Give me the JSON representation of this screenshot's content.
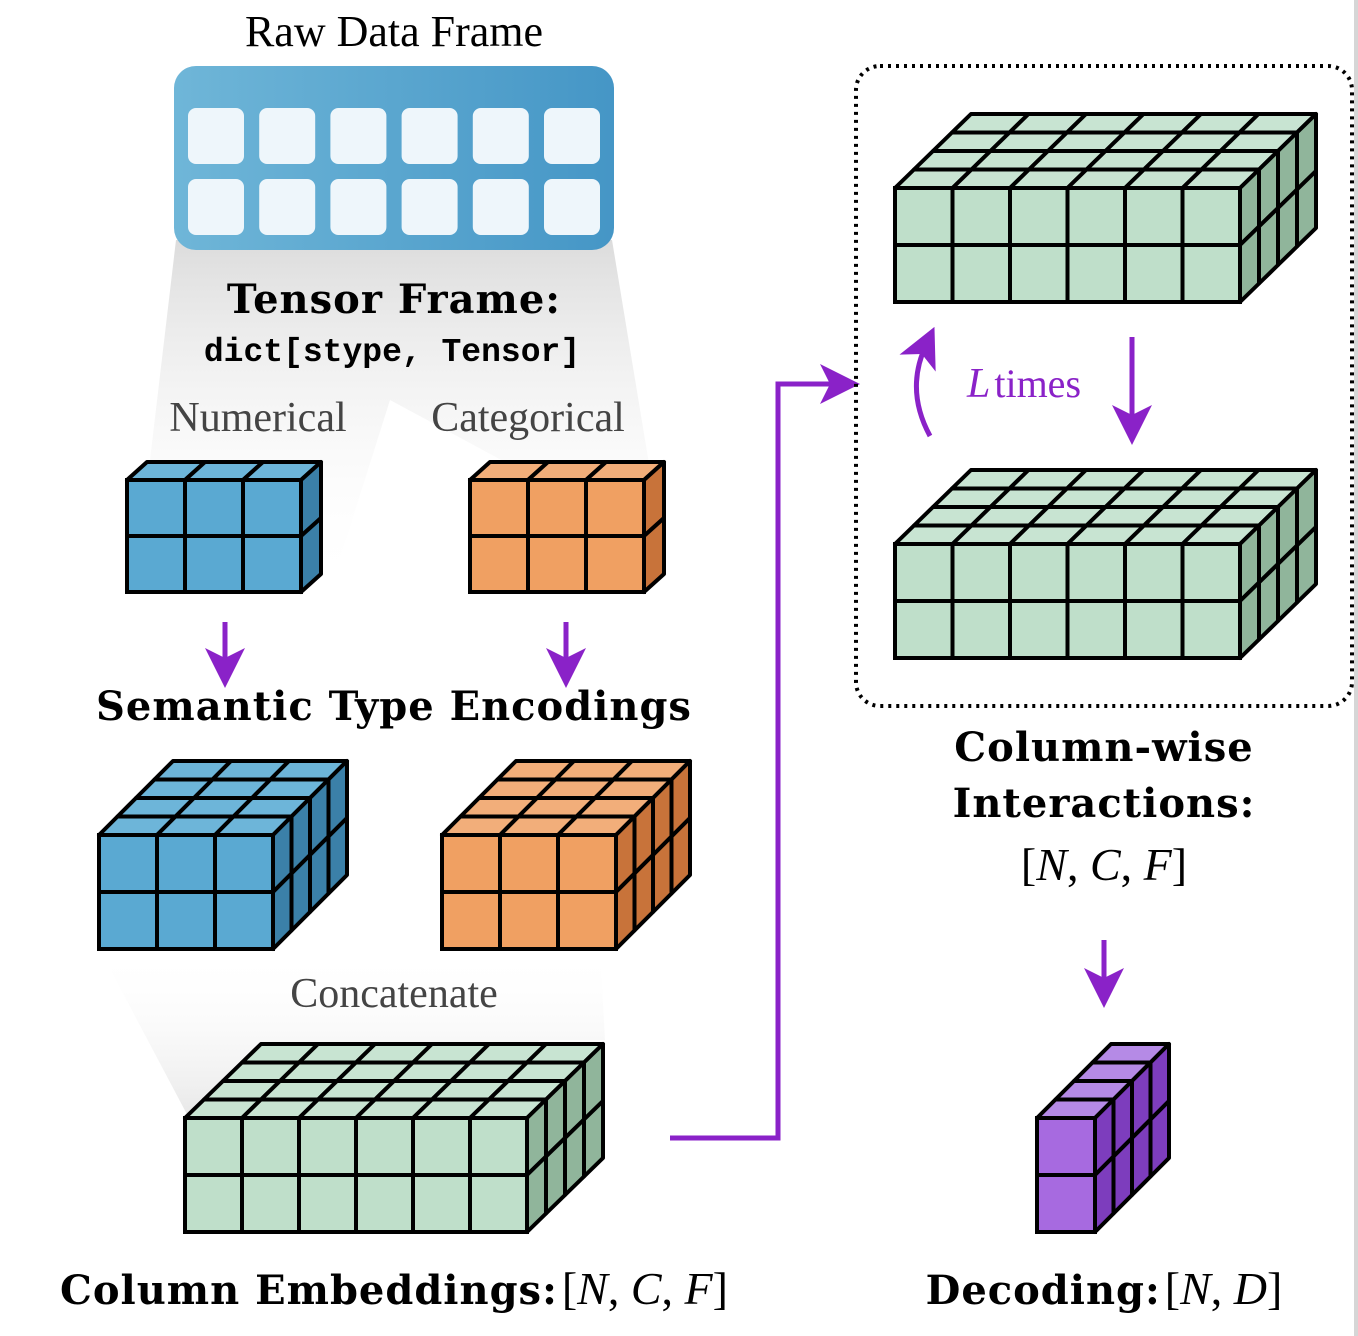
{
  "diagram": {
    "raw_frame": {
      "title": "Raw Data Frame",
      "rows": 2,
      "cols": 6,
      "color_start": "#6fb6d8",
      "color_end": "#4596c6",
      "cell_color": "#eef6fb"
    },
    "tensor_frame": {
      "title": "Tensor Frame:",
      "type_signature": "dict[stype, Tensor]"
    },
    "stypes": [
      {
        "label": "Numerical",
        "color_front": "#5aa9d2",
        "color_top": "#6db5d9",
        "color_side": "#3b80a8"
      },
      {
        "label": "Categorical",
        "color_front": "#f0a062",
        "color_top": "#f2ae7a",
        "color_side": "#c8733a"
      }
    ],
    "encoding": {
      "title": "Semantic Type Encodings"
    },
    "concat": {
      "label": "Concatenate"
    },
    "column_embeddings": {
      "label": "Column Embeddings:",
      "shape": [
        "N",
        "C",
        "F"
      ],
      "color_front": "#bfdfca",
      "color_top": "#c8e4d2",
      "color_side": "#90b59b"
    },
    "interactions": {
      "loop_label_var": "L",
      "loop_label_text": "times",
      "title_line1": "Column-wise",
      "title_line2": "Interactions:",
      "shape": [
        "N",
        "C",
        "F"
      ]
    },
    "decoding": {
      "label": "Decoding:",
      "shape": [
        "N",
        "D"
      ],
      "color_front": "#a76ae0",
      "color_top": "#b58ae6",
      "color_side": "#7d3dbd"
    },
    "arrow_color": "#8a22c8",
    "outline_color": "#000000"
  }
}
